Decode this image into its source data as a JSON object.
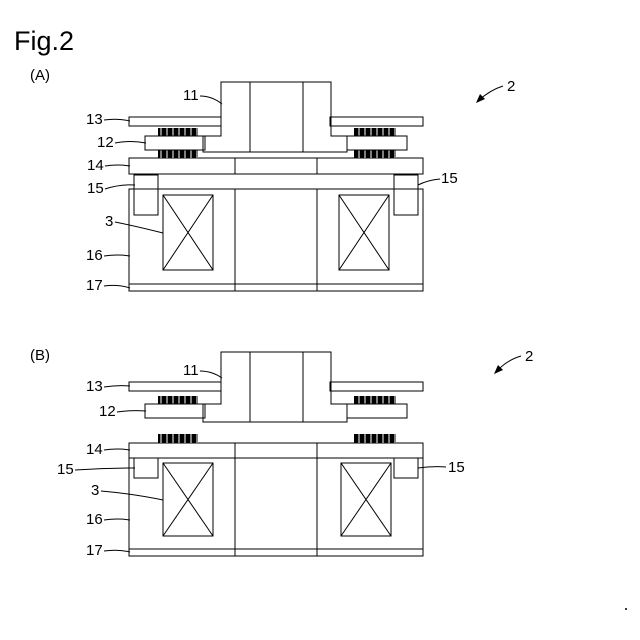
{
  "figure": {
    "title": "Fig.2",
    "panels": [
      {
        "id": "A",
        "tag": "(A)",
        "assembly_label": "2",
        "labels": {
          "shaft": "11",
          "top_plate": "13",
          "disc": "12",
          "armature": "14",
          "spring_left": "15",
          "spring_right": "15",
          "coil": "3",
          "housing": "16",
          "base": "17"
        }
      },
      {
        "id": "B",
        "tag": "(B)",
        "assembly_label": "2",
        "labels": {
          "shaft": "11",
          "top_plate": "13",
          "disc": "12",
          "armature": "14",
          "spring_left": "15",
          "spring_right": "15",
          "coil": "3",
          "housing": "16",
          "base": "17"
        }
      }
    ]
  }
}
